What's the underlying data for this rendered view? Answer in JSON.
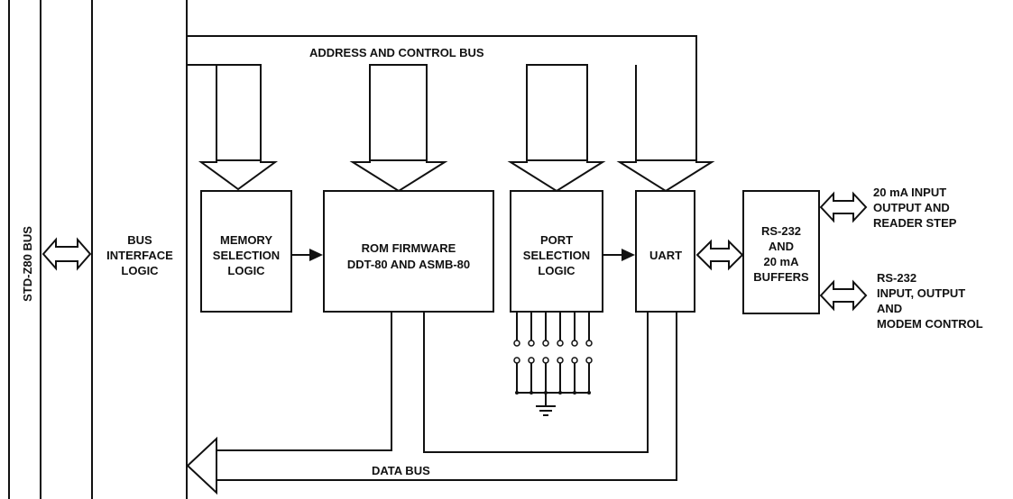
{
  "diagram": {
    "bus_labels": {
      "std_bus": "STD-Z80 BUS",
      "address_control_bus": "ADDRESS AND CONTROL BUS",
      "data_bus": "DATA BUS"
    },
    "blocks": {
      "bus_interface": [
        "BUS",
        "INTERFACE",
        "LOGIC"
      ],
      "memory_selection": [
        "MEMORY",
        "SELECTION",
        "LOGIC"
      ],
      "rom_firmware": [
        "ROM FIRMWARE",
        "DDT-80 AND ASMB-80"
      ],
      "port_selection": [
        "PORT",
        "SELECTION",
        "LOGIC"
      ],
      "uart": [
        "UART"
      ],
      "buffers": [
        "RS-232",
        "AND",
        "20 mA",
        "BUFFERS"
      ]
    },
    "io_labels": {
      "current_loop": [
        "20 mA INPUT",
        "OUTPUT AND",
        "READER STEP"
      ],
      "rs232": [
        "RS-232",
        "INPUT, OUTPUT",
        "AND",
        "MODEM CONTROL"
      ]
    }
  }
}
